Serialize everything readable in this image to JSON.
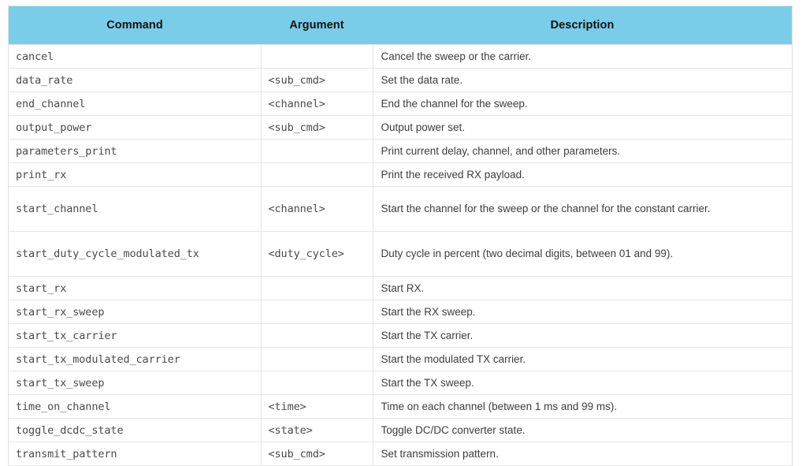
{
  "table": {
    "accent_header_color": "#7ACDE8",
    "border_color": "#E6E6E6",
    "columns": [
      {
        "key": "command",
        "label": "Command"
      },
      {
        "key": "argument",
        "label": "Argument"
      },
      {
        "key": "description",
        "label": "Description"
      }
    ],
    "rows": [
      {
        "command": "cancel",
        "argument": "",
        "description": "Cancel the sweep or the carrier."
      },
      {
        "command": "data_rate",
        "argument": "<sub_cmd>",
        "description": "Set the data rate."
      },
      {
        "command": "end_channel",
        "argument": "<channel>",
        "description": "End the channel for the sweep."
      },
      {
        "command": "output_power",
        "argument": "<sub_cmd>",
        "description": "Output power set."
      },
      {
        "command": "parameters_print",
        "argument": "",
        "description": "Print current delay, channel, and other parameters."
      },
      {
        "command": "print_rx",
        "argument": "",
        "description": "Print the received RX payload."
      },
      {
        "command": "start_channel",
        "argument": "<channel>",
        "description": "Start the channel for the sweep or the channel for the constant carrier."
      },
      {
        "command": "start_duty_cycle_modulated_tx",
        "argument": "<duty_cycle>",
        "description": "Duty cycle in percent (two decimal digits, between 01 and 99)."
      },
      {
        "command": "start_rx",
        "argument": "",
        "description": "Start RX."
      },
      {
        "command": "start_rx_sweep",
        "argument": "",
        "description": "Start the RX sweep."
      },
      {
        "command": "start_tx_carrier",
        "argument": "",
        "description": "Start the TX carrier."
      },
      {
        "command": "start_tx_modulated_carrier",
        "argument": "",
        "description": "Start the modulated TX carrier."
      },
      {
        "command": "start_tx_sweep",
        "argument": "",
        "description": "Start the TX sweep."
      },
      {
        "command": "time_on_channel",
        "argument": "<time>",
        "description": "Time on each channel (between 1 ms and 99 ms)."
      },
      {
        "command": "toggle_dcdc_state",
        "argument": "<state>",
        "description": "Toggle DC/DC converter state."
      },
      {
        "command": "transmit_pattern",
        "argument": "<sub_cmd>",
        "description": "Set transmission pattern."
      }
    ]
  }
}
